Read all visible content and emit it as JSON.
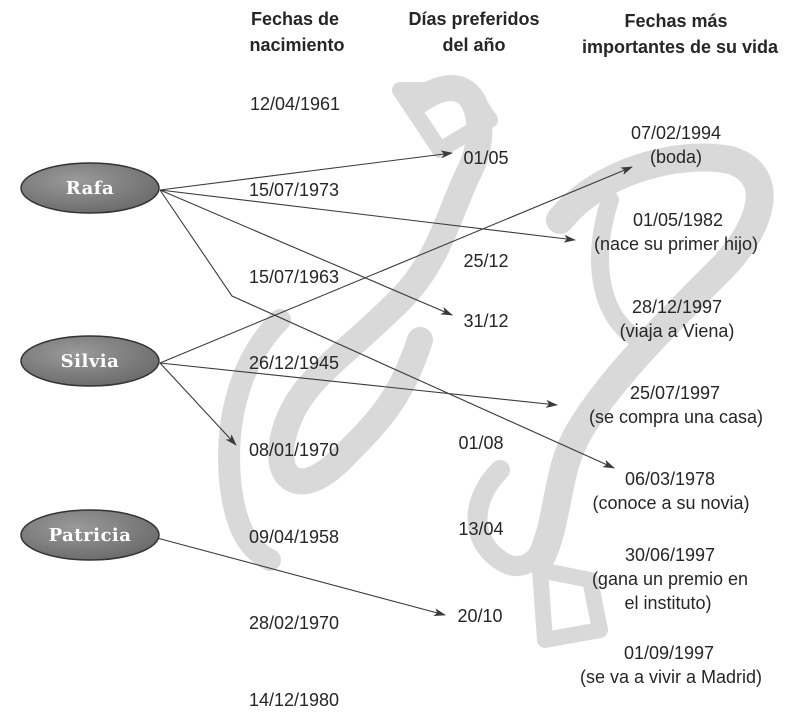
{
  "headers": {
    "birth": [
      "Fechas de",
      "nacimiento"
    ],
    "days": [
      "Días preferidos",
      "del año"
    ],
    "events": [
      "Fechas más",
      "importantes de su vida"
    ]
  },
  "people": [
    "Rafa",
    "Silvia",
    "Patricia"
  ],
  "birth_dates": [
    "12/04/1961",
    "15/07/1973",
    "15/07/1963",
    "26/12/1945",
    "08/01/1970",
    "09/04/1958",
    "28/02/1970",
    "14/12/1980"
  ],
  "preferred_days": [
    "01/05",
    "25/12",
    "31/12",
    "01/08",
    "13/04",
    "20/10"
  ],
  "events": [
    {
      "date": "07/02/1994",
      "note": "(boda)"
    },
    {
      "date": "01/05/1982",
      "note": "(nace su primer hijo)"
    },
    {
      "date": "28/12/1997",
      "note": "(viaja a Viena)"
    },
    {
      "date": "25/07/1997",
      "note": "(se compra una casa)"
    },
    {
      "date": "06/03/1978",
      "note": "(conoce a su novia)"
    },
    {
      "date": "30/06/1997",
      "note": "(gana un premio en",
      "note2": "el instituto)"
    },
    {
      "date": "01/09/1997",
      "note": "(se va a vivir a Madrid)"
    }
  ],
  "connections": [
    {
      "from": "Rafa",
      "to": "01/05"
    },
    {
      "from": "Rafa",
      "to": "01/05/1982"
    },
    {
      "from": "Rafa",
      "to": "31/12"
    },
    {
      "from": "Rafa",
      "to": "06/03/1978"
    },
    {
      "from": "Silvia",
      "to": "07/02/1994"
    },
    {
      "from": "Silvia",
      "to": "25/07/1997"
    },
    {
      "from": "Silvia",
      "to": "08/01/1970"
    },
    {
      "from": "Patricia",
      "to": "20/10"
    }
  ],
  "colors": {
    "ellipse": "#7a7a7a",
    "text": "#262626",
    "watermark": "#d8d8d8"
  }
}
